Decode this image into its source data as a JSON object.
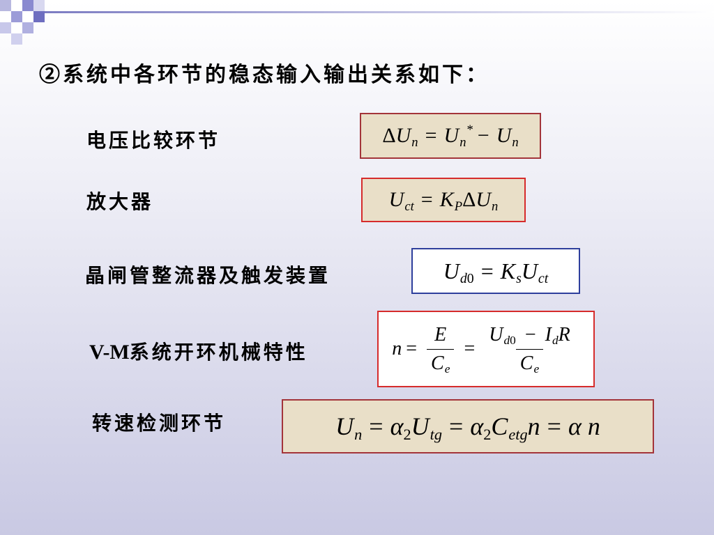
{
  "slide": {
    "heading": "②系统中各环节的稳态输入输出关系如下：",
    "rows": [
      {
        "label": "电压比较环节"
      },
      {
        "label": "放大器"
      },
      {
        "label": "晶闸管整流器及触发装置"
      },
      {
        "label_latin": "V-M",
        "label_cn": "系统开环机械特性"
      },
      {
        "label": "转速检测环节"
      }
    ]
  },
  "colors": {
    "red_border": "#d62b2b",
    "dark_red_border": "#a3343a",
    "blue_border": "#2e3f9c",
    "tan_fill": "#e9dfc8",
    "deco_square": "#8080c8"
  },
  "formulas": {
    "f1": {
      "delta": "Δ",
      "U": "U",
      "n": "n",
      "eq": "=",
      "star": "*",
      "minus": "−"
    },
    "f2": {
      "U": "U",
      "ct": "ct",
      "eq": "=",
      "K": "K",
      "P": "P",
      "delta": "Δ",
      "n": "n"
    },
    "f3": {
      "U": "U",
      "d": "d",
      "zero": "0",
      "eq": "=",
      "K": "K",
      "s": "s",
      "ct": "ct"
    },
    "f4": {
      "n": "n",
      "eq": "=",
      "E": "E",
      "C": "C",
      "e": "e",
      "U": "U",
      "d": "d",
      "zero": "0",
      "minus": "−",
      "I": "I",
      "R": "R"
    },
    "f5": {
      "U": "U",
      "n": "n",
      "eq": "=",
      "alpha": "α",
      "two": "2",
      "tg": "tg",
      "C": "C",
      "etg": "etg"
    }
  }
}
